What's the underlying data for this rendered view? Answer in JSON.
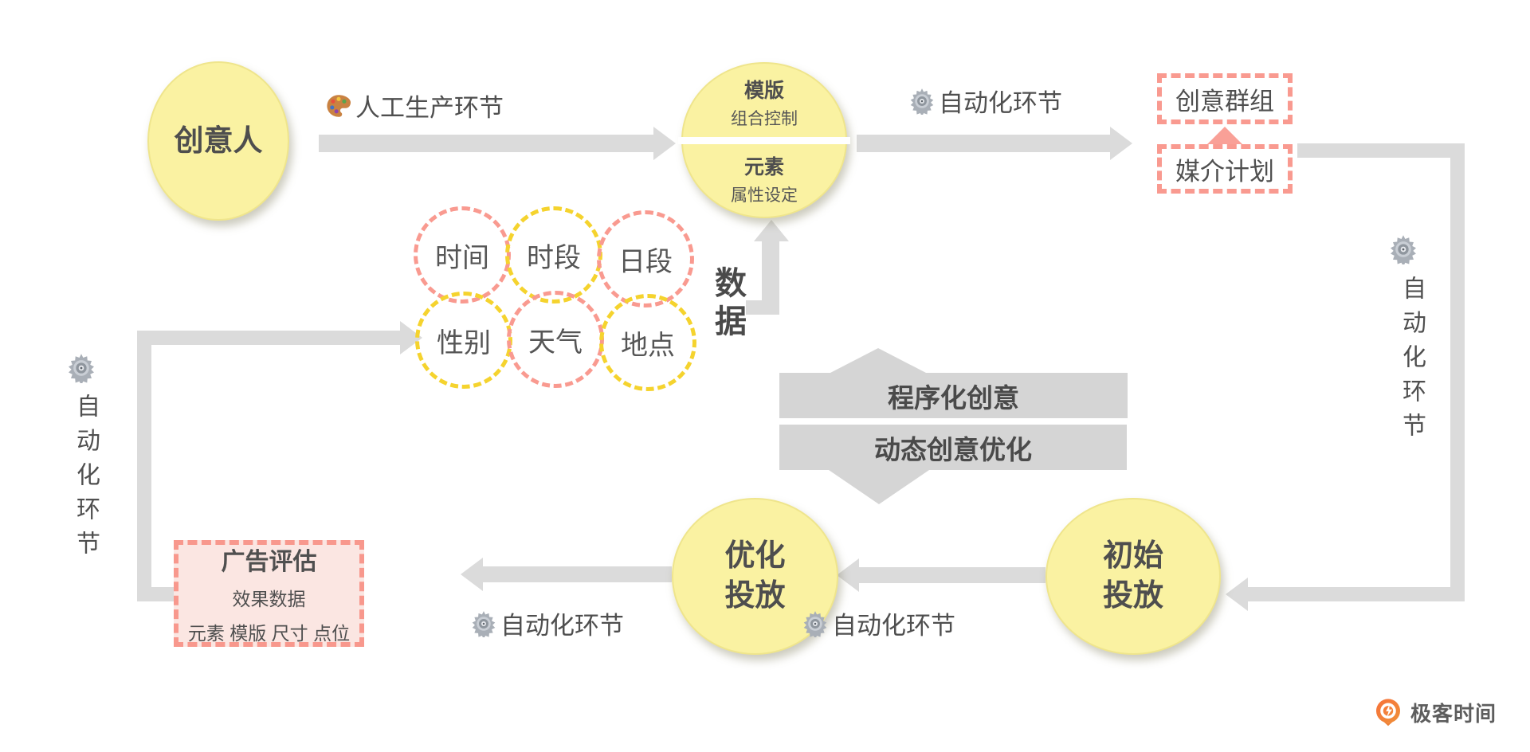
{
  "palette": {
    "node_yellow_fill": "#FAF2A2",
    "node_yellow_border": "#EFE58C",
    "dash_pink": "#F99A90",
    "dash_yellow": "#F5D32E",
    "eval_pink_fill": "#FBE6E2",
    "eval_pink_border": "#F8988D",
    "arrow_gray": "#DBDBDB",
    "banner_gray": "#D5D5D5",
    "text_dark": "#4F4F4F",
    "logo_orange": "#F1742E"
  },
  "nodes": {
    "creative_person": {
      "label": "创意人"
    },
    "template": {
      "top_title": "模版",
      "top_sub": "组合控制",
      "bottom_title": "元素",
      "bottom_sub": "属性设定"
    },
    "creative_group": {
      "label": "创意群组"
    },
    "media_plan": {
      "label": "媒介计划"
    },
    "data_circles": [
      {
        "label": "时间"
      },
      {
        "label": "时段"
      },
      {
        "label": "日段"
      },
      {
        "label": "性别"
      },
      {
        "label": "天气"
      },
      {
        "label": "地点"
      }
    ],
    "data_tag": {
      "label": "数据"
    },
    "banner": {
      "line1": "程序化创意",
      "line2": "动态创意优化"
    },
    "optimize_launch": {
      "line1": "优化",
      "line2": "投放"
    },
    "initial_launch": {
      "line1": "初始",
      "line2": "投放"
    },
    "ad_evaluation": {
      "title": "广告评估",
      "sub1": "效果数据",
      "sub2": "元素 模版 尺寸 点位"
    }
  },
  "labels": {
    "manual_step": "人工生产环节",
    "auto_step": "自动化环节"
  },
  "footer": {
    "brand": "极客时间"
  }
}
